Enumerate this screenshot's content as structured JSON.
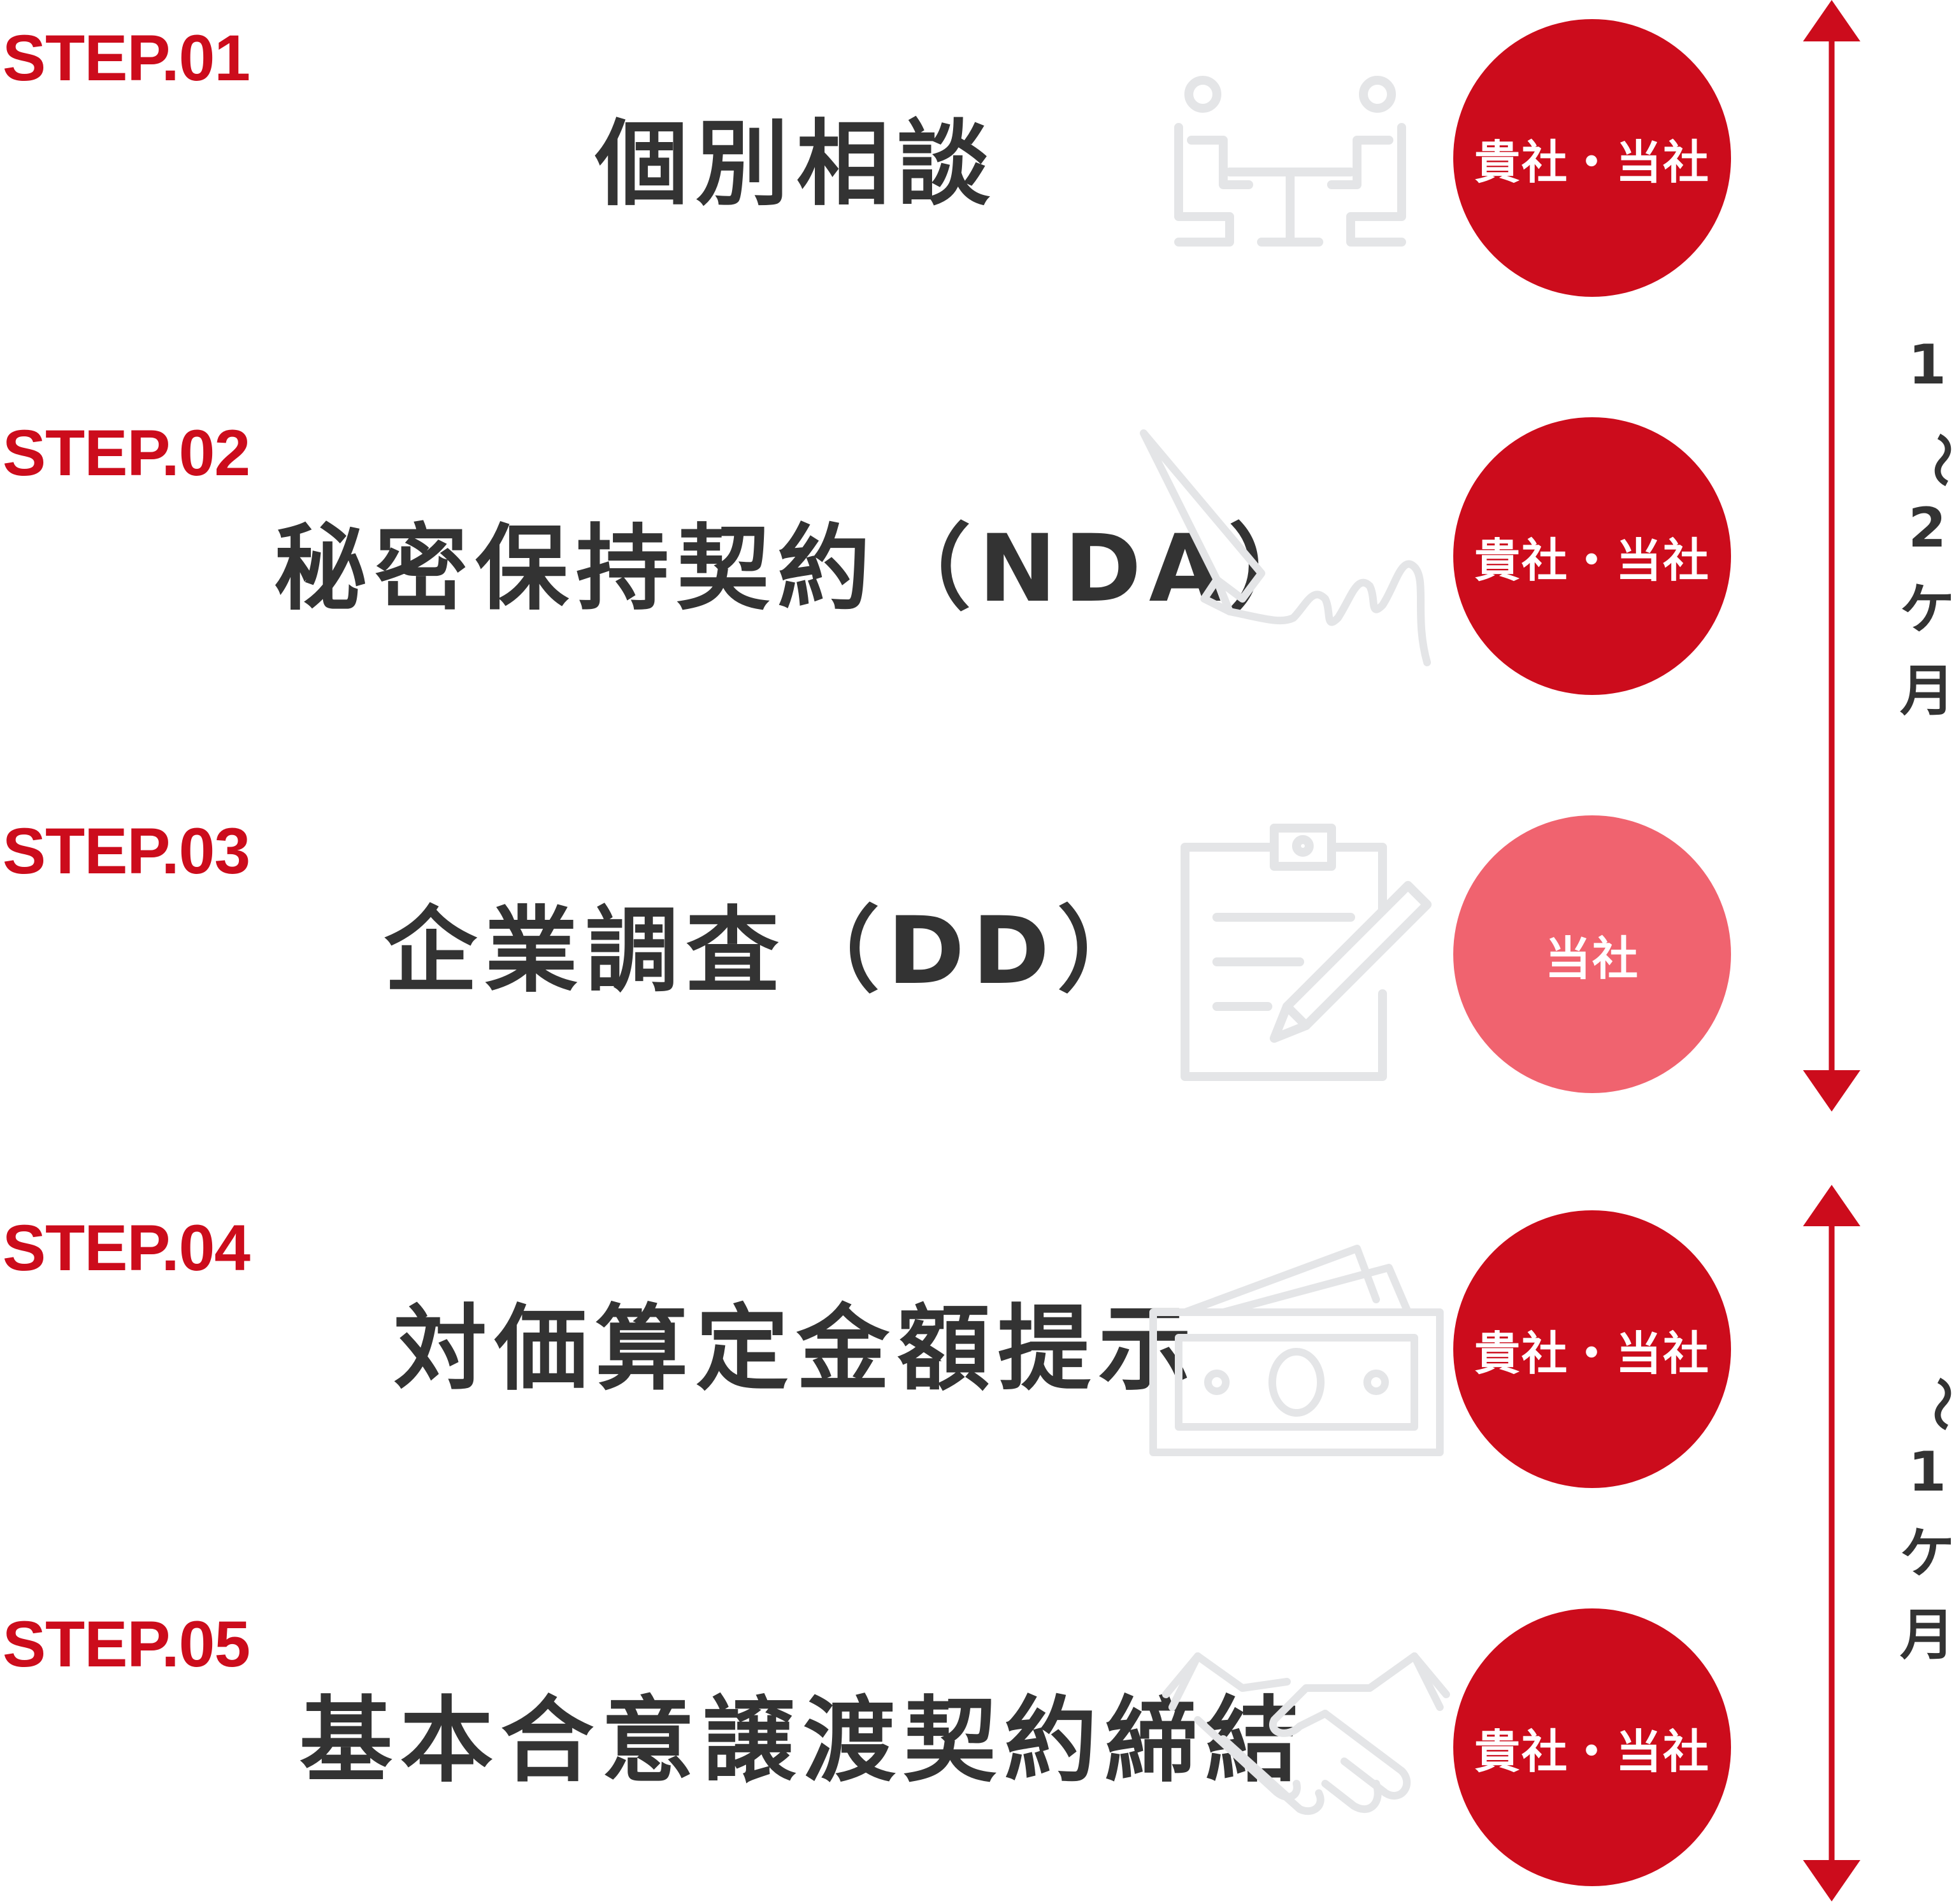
{
  "steps": [
    {
      "label": "STEP.01",
      "title": "個別相談",
      "badge": "貴社・当社",
      "badge_color": "#cc0c1c",
      "icon": "consultation-icon"
    },
    {
      "label": "STEP.02",
      "title": "秘密保持契約（NDA）",
      "badge": "貴社・当社",
      "badge_color": "#cc0c1c",
      "icon": "pen-signature-icon"
    },
    {
      "label": "STEP.03",
      "title": "企業調査（DD）",
      "badge": "当社",
      "badge_color": "#f0636f",
      "icon": "clipboard-pencil-icon"
    },
    {
      "label": "STEP.04",
      "title": "対価算定金額提示",
      "badge": "貴社・当社",
      "badge_color": "#cc0c1c",
      "icon": "money-bills-icon"
    },
    {
      "label": "STEP.05",
      "title": "基本合意譲渡契約締結",
      "badge": "貴社・当社",
      "badge_color": "#cc0c1c",
      "icon": "handshake-icon"
    }
  ],
  "durations": [
    {
      "chars": [
        "1",
        "〜",
        "2",
        "ケ",
        "月"
      ]
    },
    {
      "chars": [
        "〜",
        "1",
        "ケ",
        "月"
      ]
    }
  ],
  "colors": {
    "accent": "#cc0c1c",
    "light_accent": "#f0636f",
    "text": "#333333",
    "icon_gray": "#e4e5e7"
  }
}
